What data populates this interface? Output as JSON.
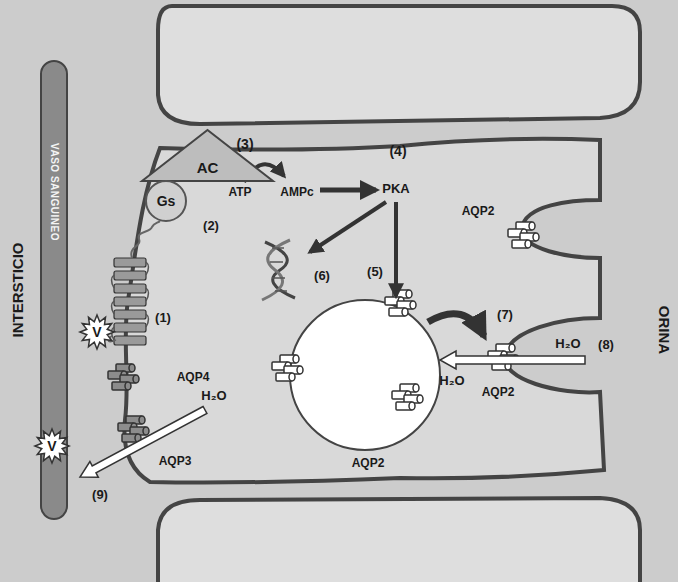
{
  "diagram": {
    "nodes": [
      {
        "text": [
          "AC"
        ]
      },
      {
        "text": [
          "Gs"
        ]
      },
      {
        "text": [
          "VASO SANGUINEO"
        ]
      },
      {
        "text": [
          "V"
        ]
      },
      {
        "text": [
          "V"
        ],
        "in": 2
      }
    ],
    "labels": [
      "INTERSTICIO",
      "(3)",
      "(4)",
      "PKA",
      "ATP",
      "AMPc",
      "(2)",
      "AQP2",
      "(6)",
      "(5)",
      "ORINA",
      "(7)",
      "(8)",
      "H₂O",
      "H₂O",
      "AQP2",
      "(1)",
      "AQP4",
      "H₂O",
      "AQP3",
      "AQP2",
      "(9)"
    ]
  }
}
